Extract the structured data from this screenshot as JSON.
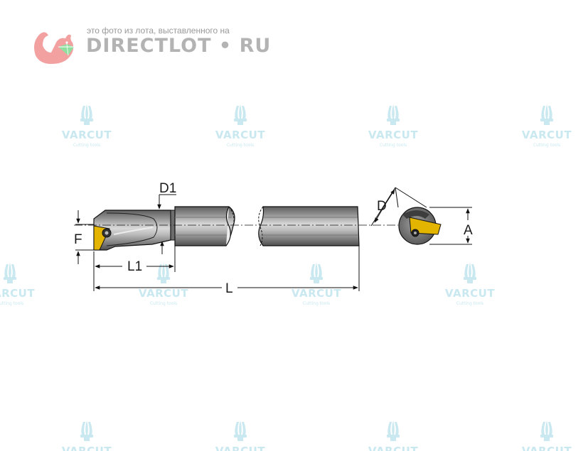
{
  "header": {
    "caption": "это фото из лота, выставленного на",
    "brand": "DIRECTLOT • RU"
  },
  "watermark": {
    "brand": "VARCUT",
    "subtitle": "Cutting tools",
    "icon": "flame-crown-icon",
    "color": "#c9e8f0"
  },
  "diagram": {
    "labels": {
      "d1": "D1",
      "f": "F",
      "l1": "L1",
      "l": "L",
      "d": "D",
      "a": "A"
    },
    "colors": {
      "body_gray": "#7d7d7d",
      "insert_gold": "#e3b400",
      "outline": "#111111"
    }
  }
}
